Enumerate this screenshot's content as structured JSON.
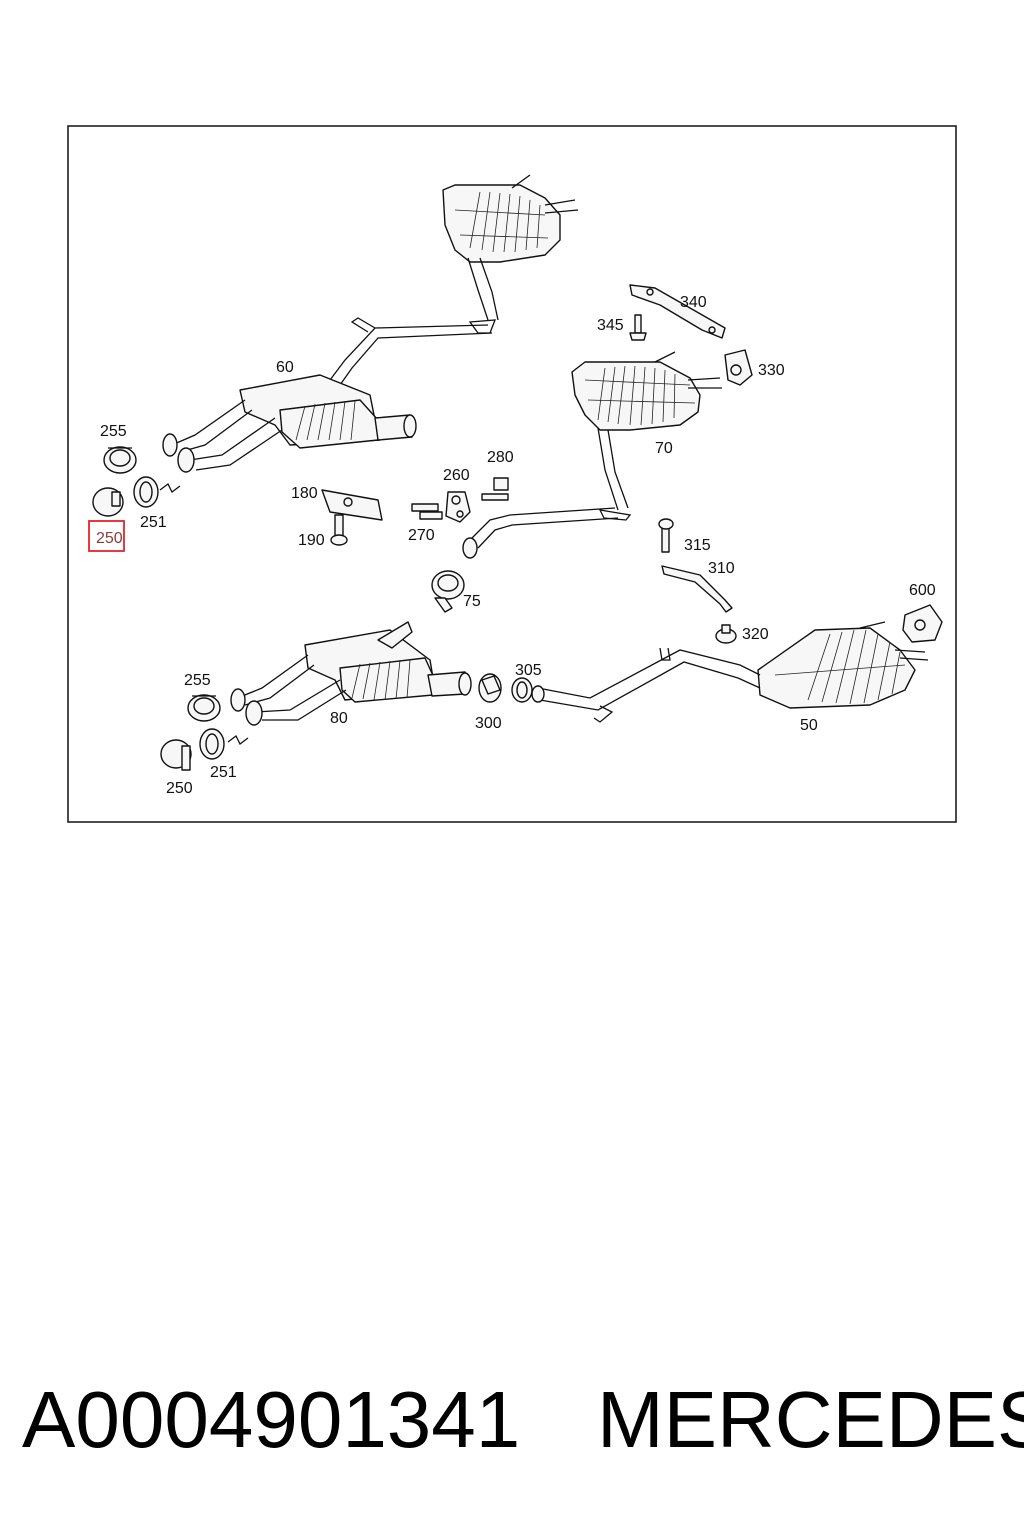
{
  "labels": {
    "p60": "60",
    "p70": "70",
    "p50": "50",
    "p80": "80",
    "p75": "75",
    "p255a": "255",
    "p250a": "250",
    "p251a": "251",
    "p255b": "255",
    "p250b": "250",
    "p251b": "251",
    "p180": "180",
    "p190": "190",
    "p260": "260",
    "p270": "270",
    "p280": "280",
    "p340": "340",
    "p345": "345",
    "p330": "330",
    "p315": "315",
    "p310": "310",
    "p320": "320",
    "p300": "300",
    "p305": "305",
    "p600": "600"
  },
  "caption": {
    "part_number": "A0004901341",
    "brand": "MERCEDES"
  },
  "colors": {
    "highlight": "#e0262b",
    "highlight_text": "#8e3b3b",
    "line": "#111111"
  }
}
